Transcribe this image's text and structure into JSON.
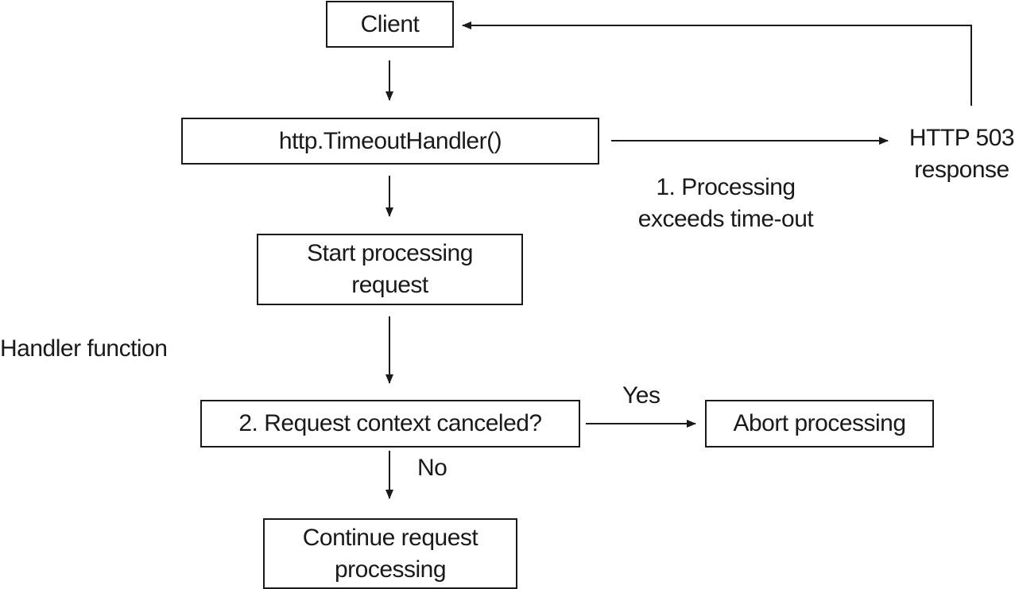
{
  "nodes": {
    "client": "Client",
    "timeout_handler": "http.TimeoutHandler()",
    "start_processing": "Start processing\nrequest",
    "context_check": "2. Request context canceled?",
    "abort": "Abort processing",
    "continue": "Continue request\nprocessing"
  },
  "labels": {
    "http_503": "HTTP 503\nresponse",
    "processing_exceeds": "1. Processing\nexceeds time-out",
    "handler_function": "Handler function",
    "yes": "Yes",
    "no": "No"
  },
  "colors": {
    "line": "#1a1a1a",
    "background": "#ffffff"
  }
}
